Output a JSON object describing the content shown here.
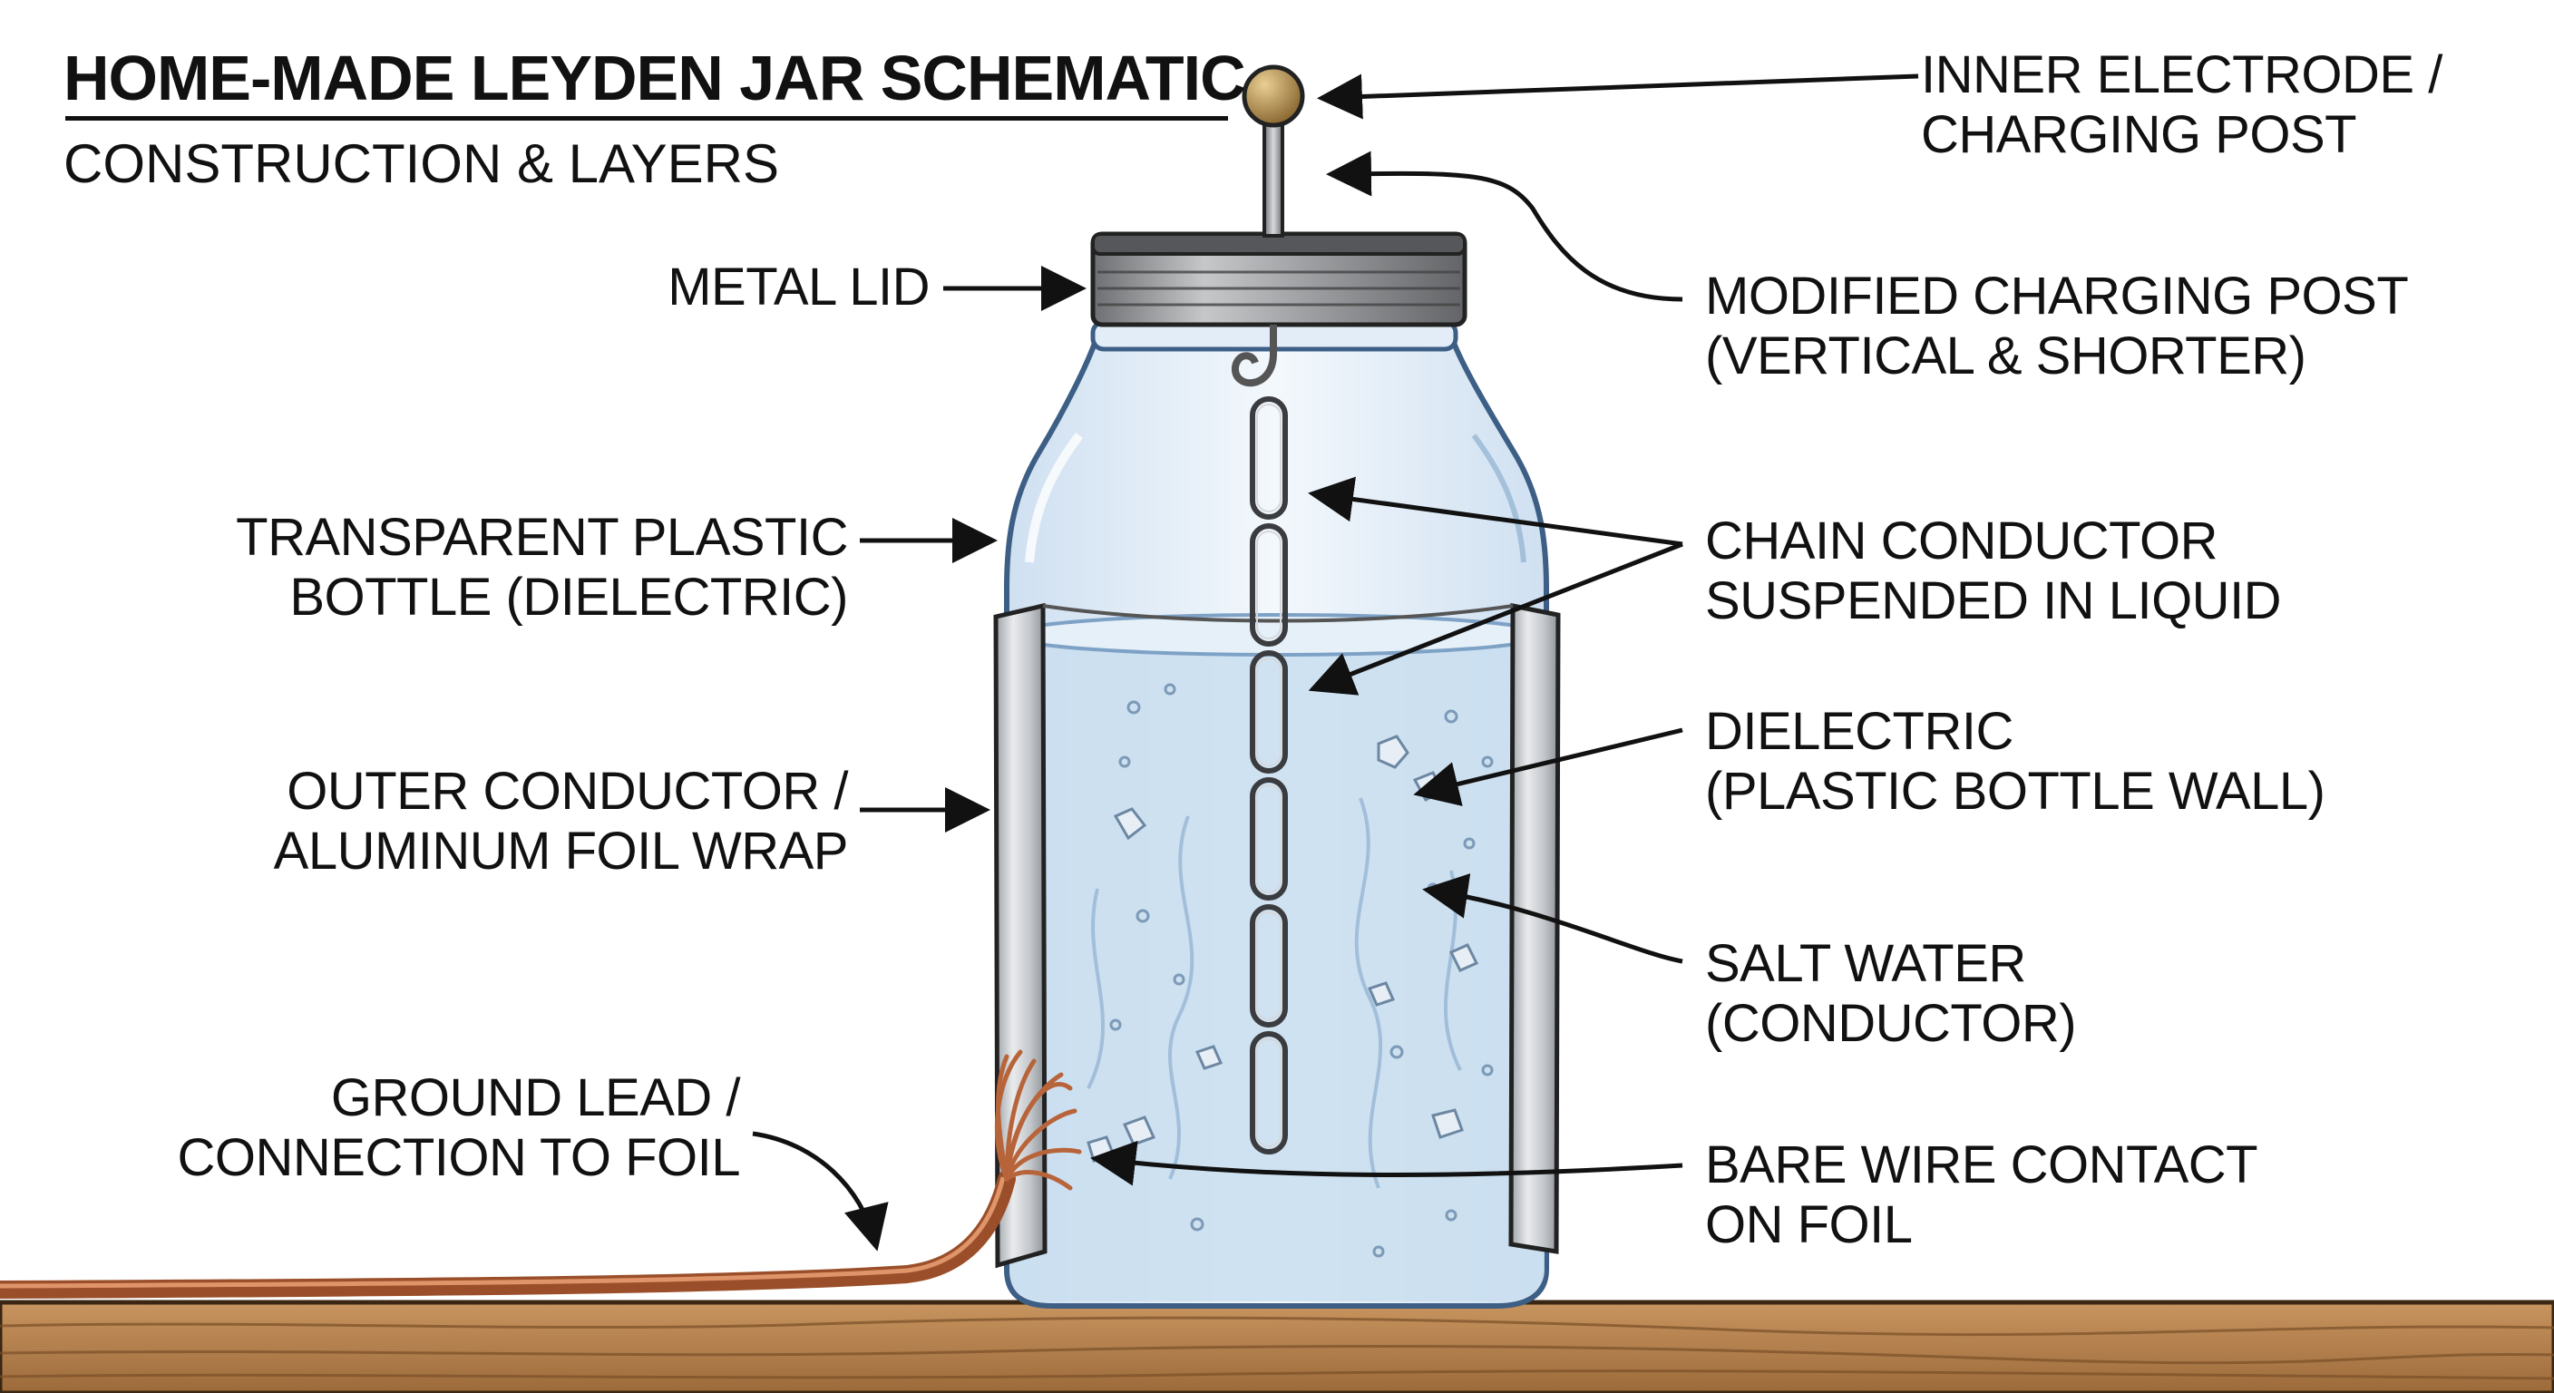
{
  "title": "HOME-MADE LEYDEN JAR SCHEMATIC",
  "subtitle": "CONSTRUCTION & LAYERS",
  "labels": {
    "inner_electrode": [
      "INNER ELECTRODE /",
      "CHARGING POST"
    ],
    "modified_post": [
      "MODIFIED CHARGING POST",
      "(VERTICAL & SHORTER)"
    ],
    "metal_lid": [
      "METAL LID"
    ],
    "plastic_bottle": [
      "TRANSPARENT PLASTIC",
      "BOTTLE (DIELECTRIC)"
    ],
    "chain": [
      "CHAIN CONDUCTOR",
      "SUSPENDED IN LIQUID"
    ],
    "dielectric": [
      "DIELECTRIC",
      "(PLASTIC BOTTLE WALL)"
    ],
    "outer_conductor": [
      "OUTER CONDUCTOR /",
      "ALUMINUM FOIL WRAP"
    ],
    "salt_water": [
      "SALT WATER",
      "(CONDUCTOR)"
    ],
    "ground_lead": [
      "GROUND LEAD /",
      "CONNECTION TO FOIL"
    ],
    "bare_wire": [
      "BARE WIRE CONTACT",
      "ON FOIL"
    ]
  },
  "colors": {
    "ink": "#111111",
    "jar_glass": "#dbe9f6",
    "jar_outline": "#4a6f96",
    "water": "#c8dcef",
    "foil": "#c9ccd0",
    "lid": "#8d8f92",
    "knob": "#b08a4a",
    "copper": "#b8643a",
    "wood": "#b7834e"
  }
}
